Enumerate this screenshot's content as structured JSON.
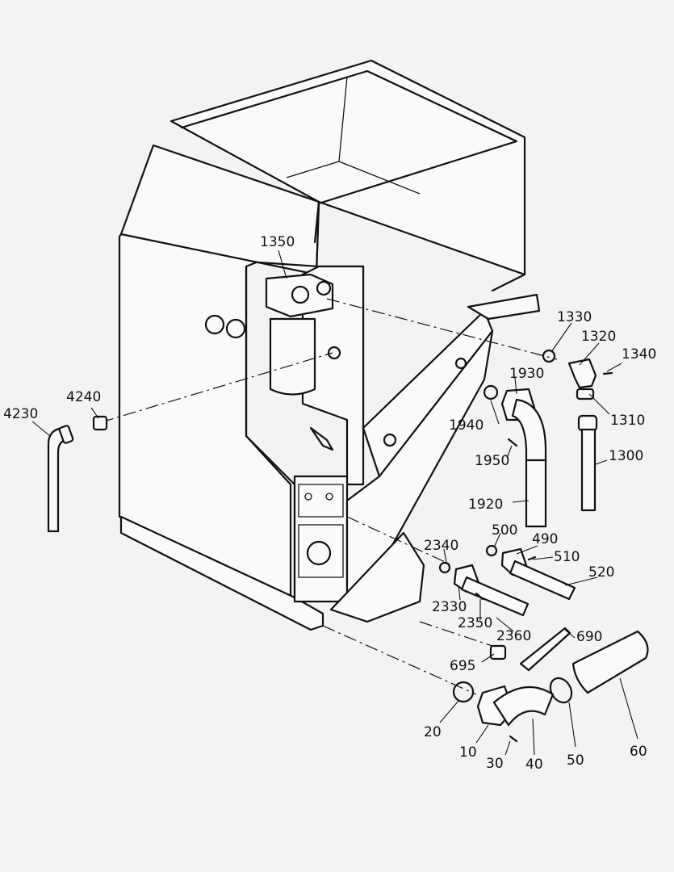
{
  "drawing": {
    "parts": {
      "p1350": "1350",
      "p4240": "4240",
      "p4230": "4230",
      "p1330": "1330",
      "p1320": "1320",
      "p1340": "1340",
      "p1930": "1930",
      "p1310": "1310",
      "p1940": "1940",
      "p1950": "1950",
      "p1300": "1300",
      "p1920": "1920",
      "p500": "500",
      "p490": "490",
      "p2340": "2340",
      "p510": "510",
      "p520": "520",
      "p2330": "2330",
      "p2350": "2350",
      "p2360": "2360",
      "p690": "690",
      "p695": "695",
      "p20": "20",
      "p10": "10",
      "p30": "30",
      "p40": "40",
      "p50": "50",
      "p60": "60"
    }
  }
}
